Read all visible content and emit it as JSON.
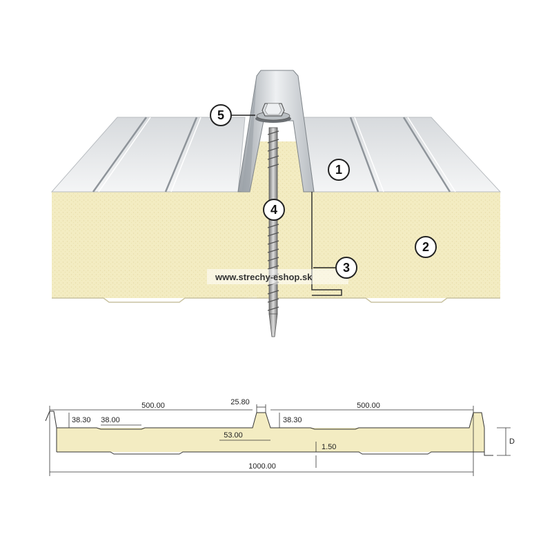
{
  "watermark": "www.strechy-eshop.sk",
  "callouts": {
    "c1": "1",
    "c2": "2",
    "c3": "3",
    "c4": "4",
    "c5": "5"
  },
  "dimensions": {
    "left_width": "500.00",
    "right_width": "500.00",
    "rib_top": "25.80",
    "left_rib_height": "38.30",
    "rib_spacing": "38.00",
    "right_rib_height": "38.30",
    "rib_base": "53.00",
    "sheet_thickness": "1.50",
    "total_width": "1000.00",
    "depth": "D"
  },
  "colors": {
    "foam": "#f3ecc2",
    "foam_dark": "#e4d9a4",
    "metal_light": "#eef0f2",
    "metal_mid": "#c9cdd1",
    "metal_dark": "#8e949a",
    "line": "#333333"
  }
}
